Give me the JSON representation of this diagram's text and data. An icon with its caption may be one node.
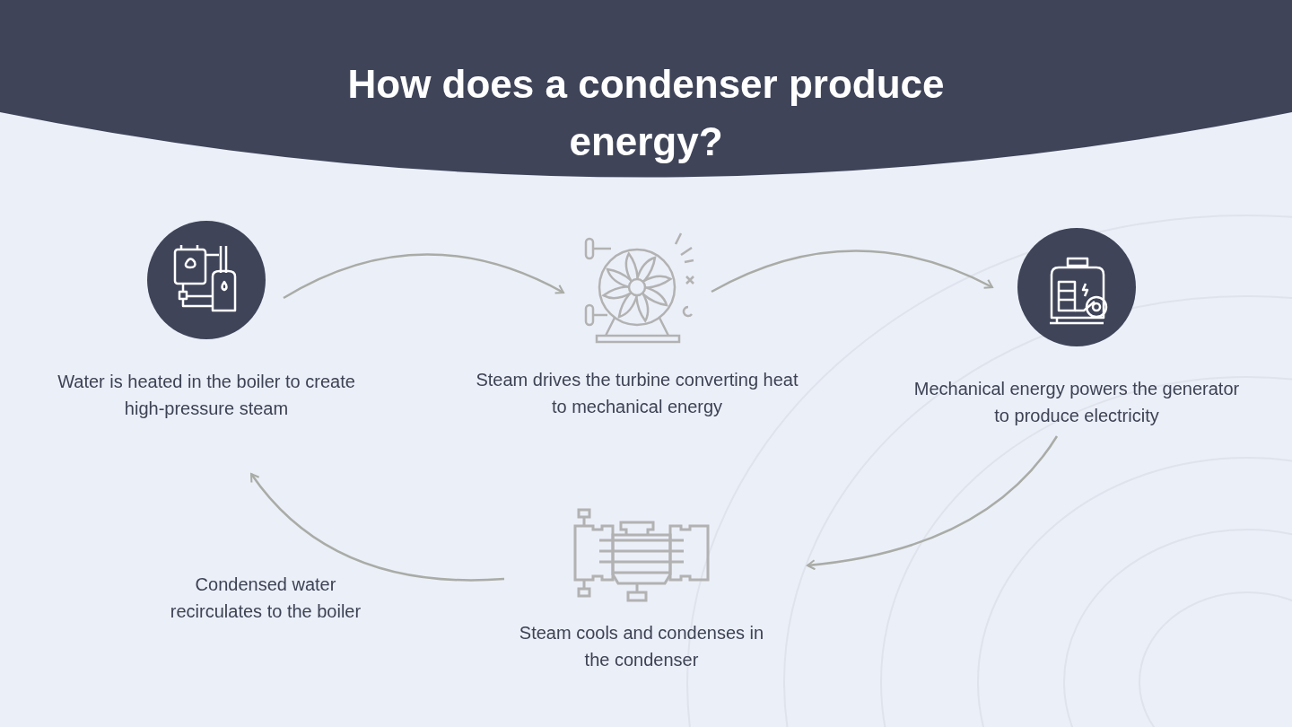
{
  "diagram": {
    "title": "How does a condenser produce energy?",
    "nodes": [
      {
        "text": [
          "Water is heated in the boiler to create high-pressure steam"
        ]
      },
      {
        "text": [
          "Steam drives the turbine converting heat to mechanical energy"
        ]
      },
      {
        "text": [
          "Mechanical energy powers the generator to produce electricity"
        ]
      },
      {
        "text": [
          "Steam cools and condenses in the condenser"
        ]
      }
    ],
    "edges": [
      {
        "from": 0,
        "to": 1,
        "arrow": "to"
      },
      {
        "from": 1,
        "to": 2,
        "arrow": "to"
      },
      {
        "from": 2,
        "to": 3,
        "arrow": "to"
      },
      {
        "from": 3,
        "to": 0,
        "arrow": "to",
        "label": "Condensed water recirculates to the boiler"
      }
    ]
  }
}
